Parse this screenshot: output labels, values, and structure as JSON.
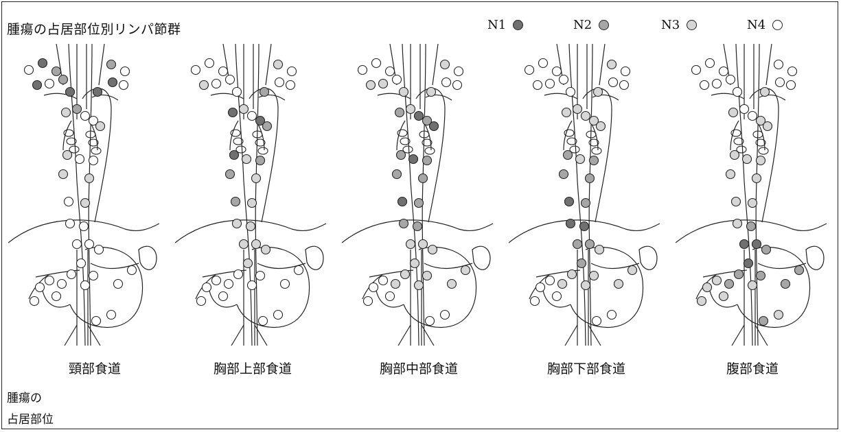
{
  "title": "腫瘍の占居部位別リンパ節群",
  "legend": [
    {
      "label": "N1",
      "color": "#707070"
    },
    {
      "label": "N2",
      "color": "#a6a6a6"
    },
    {
      "label": "N3",
      "color": "#d6d6d6"
    },
    {
      "label": "N4",
      "color": "#ffffff"
    }
  ],
  "panels": [
    {
      "label": "頸部食道",
      "node_levels": [
        4,
        1,
        2,
        4,
        1,
        2,
        4,
        1,
        4,
        2,
        1,
        1,
        2,
        4,
        3,
        4,
        3,
        3,
        4,
        4,
        3,
        3,
        4,
        3,
        4,
        4,
        4,
        4,
        4,
        4,
        4,
        4,
        4,
        4,
        4,
        4,
        4,
        4,
        4,
        4,
        4,
        4
      ]
    },
    {
      "label": "胸部上部食道",
      "node_levels": [
        4,
        4,
        4,
        4,
        3,
        3,
        4,
        4,
        4,
        4,
        4,
        2,
        3,
        4,
        1,
        1,
        2,
        1,
        3,
        2,
        2,
        3,
        2,
        3,
        3,
        3,
        3,
        3,
        3,
        3,
        4,
        4,
        4,
        4,
        4,
        4,
        4,
        4,
        4,
        4,
        4,
        4
      ]
    },
    {
      "label": "胸部中部食道",
      "node_levels": [
        4,
        4,
        4,
        3,
        3,
        3,
        4,
        4,
        4,
        4,
        3,
        3,
        3,
        1,
        2,
        2,
        1,
        2,
        1,
        2,
        2,
        2,
        1,
        2,
        2,
        2,
        3,
        3,
        3,
        3,
        3,
        3,
        3,
        3,
        3,
        3,
        4,
        4,
        4,
        4,
        4,
        4
      ]
    },
    {
      "label": "胸部下部食道",
      "node_levels": [
        4,
        4,
        4,
        4,
        4,
        3,
        4,
        4,
        4,
        4,
        4,
        3,
        3,
        3,
        3,
        3,
        3,
        2,
        3,
        2,
        2,
        2,
        1,
        2,
        1,
        1,
        2,
        2,
        3,
        2,
        3,
        3,
        3,
        3,
        3,
        3,
        4,
        4,
        4,
        4,
        4,
        4
      ]
    },
    {
      "label": "腹部食道",
      "node_levels": [
        4,
        4,
        4,
        4,
        4,
        4,
        4,
        4,
        4,
        4,
        4,
        3,
        4,
        4,
        3,
        3,
        3,
        3,
        3,
        3,
        3,
        3,
        3,
        3,
        3,
        2,
        1,
        1,
        2,
        1,
        2,
        2,
        2,
        3,
        2,
        2,
        3,
        2,
        3,
        3,
        3,
        3
      ]
    }
  ],
  "footer": {
    "line1": "腫瘍の",
    "line2": "占居部位"
  }
}
